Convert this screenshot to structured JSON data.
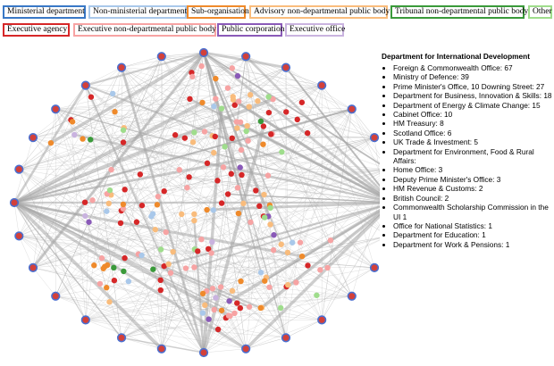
{
  "filters": {
    "row1": [
      {
        "label": "Ministerial department",
        "color": "#3978c6"
      },
      {
        "label": "Non-ministerial department",
        "color": "#a9c8ea"
      },
      {
        "label": "Sub-organisation",
        "color": "#ef8a2b"
      },
      {
        "label": "Advisory non-departmental public body",
        "color": "#f9bc7c"
      },
      {
        "label": "Tribunal non-departmental public body",
        "color": "#3a9a3a"
      },
      {
        "label": "Other",
        "color": "#9fdd8c"
      }
    ],
    "row2": [
      {
        "label": "Executive agency",
        "color": "#d62728"
      },
      {
        "label": "Executive non-departmental public body",
        "color": "#f7a3a3"
      },
      {
        "label": "Public corporation",
        "color": "#8a5ab8"
      },
      {
        "label": "Executive office",
        "color": "#c9b3df"
      }
    ]
  },
  "legend": {
    "title": "Department for International Development",
    "items": [
      "Foreign & Commonwealth Office: 67",
      "Ministry of Defence: 39",
      "Prime Minister's Office, 10 Downing Street: 27",
      "Department for Business, Innovation & Skills: 18",
      "Department of Energy & Climate Change: 15",
      "Cabinet Office: 10",
      "HM Treasury: 8",
      "Scotland Office: 6",
      "UK Trade & Investment: 5",
      "Department for Environment, Food & Rural Affairs:",
      "Home Office: 3",
      "Deputy Prime Minister's Office: 3",
      "HM Revenue & Customs: 2",
      "British Council: 2",
      "Commonwealth Scholarship Commission in the UI 1",
      "Office for National Statistics: 1",
      "Department for Education: 1",
      "Department for Work & Pensions: 1"
    ]
  },
  "colors": {
    "ministerial": "#3978c6",
    "ministerial_ring": "#4a6fd0",
    "ministerial_fill": "#d3403a",
    "non_ministerial": "#a9c8ea",
    "sub_organisation": "#ef8a2b",
    "advisory": "#f9bc7c",
    "tribunal": "#3a9a3a",
    "other": "#9fdd8c",
    "executive_agency": "#d62728",
    "executive_ndpb": "#f7a3a3",
    "public_corporation": "#8a5ab8",
    "executive_office": "#c9b3df",
    "edge": "#b3b3b3"
  }
}
